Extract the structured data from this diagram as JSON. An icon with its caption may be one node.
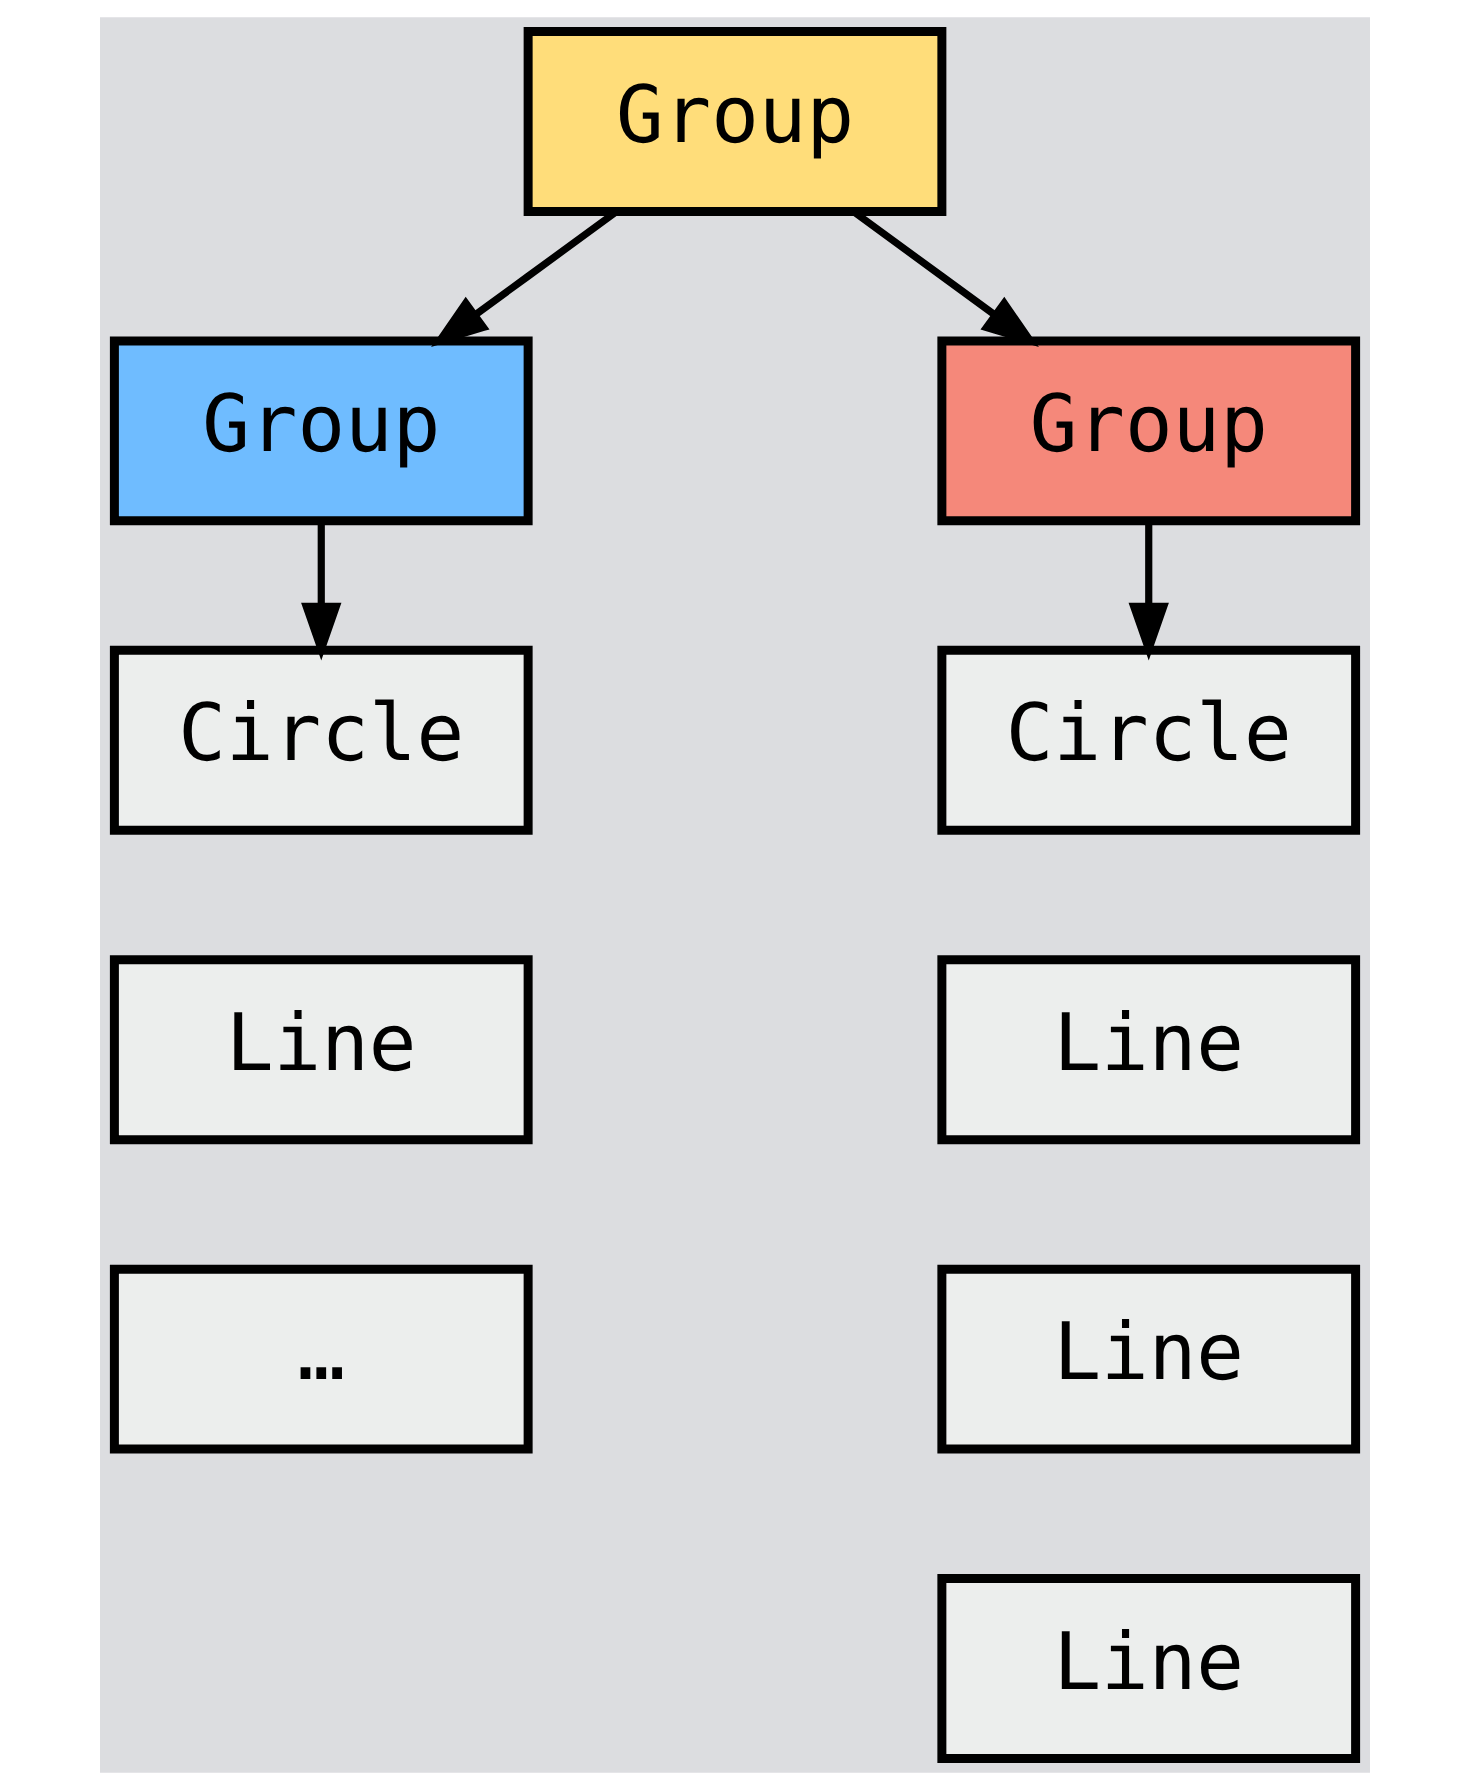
{
  "diagram": {
    "nodes": [
      {
        "text": [
          "Group"
        ]
      },
      {
        "text": [
          "Group"
        ]
      },
      {
        "text": [
          "Group"
        ]
      },
      {
        "text": [
          "Circle"
        ]
      },
      {
        "text": [
          "Line"
        ]
      },
      {
        "text": [
          "…"
        ]
      },
      {
        "text": [
          "Circle"
        ]
      },
      {
        "text": [
          "Line"
        ]
      },
      {
        "text": [
          "Line"
        ]
      },
      {
        "text": [
          "Line"
        ]
      }
    ],
    "edges": [
      {
        "from": 0,
        "to": 1,
        "arrow": "to"
      },
      {
        "from": 0,
        "to": 2,
        "arrow": "to"
      },
      {
        "from": 1,
        "to": 3,
        "arrow": "to"
      },
      {
        "from": 2,
        "to": 6,
        "arrow": "to"
      }
    ]
  }
}
